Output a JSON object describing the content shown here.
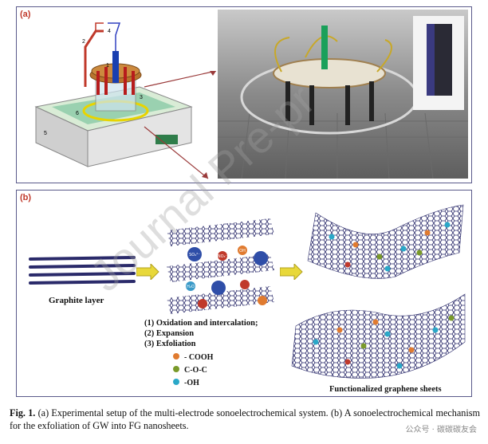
{
  "panel_a": {
    "label": "(a)",
    "schematic_numbers": [
      "1",
      "2",
      "3",
      "4",
      "5",
      "6"
    ]
  },
  "panel_b": {
    "label": "(b)",
    "graphite_label": "Graphite layer",
    "steps": [
      "(1)  Oxidation and intercalation;",
      "(2)  Expansion",
      "(3)   Exfoliation"
    ],
    "ions": [
      "SO₄²⁻",
      "NO₃⁻",
      "H₂O",
      "OH"
    ],
    "legend": [
      {
        "label": "- COOH",
        "color": "#e07b30"
      },
      {
        "label": "C-O-C",
        "color": "#7a9a2a"
      },
      {
        "label": "-OH",
        "color": "#2aa8c8"
      }
    ],
    "product_label": "Functionalized graphene sheets"
  },
  "caption": {
    "fig": "Fig. 1.",
    "text": "(a) Experimental setup of the multi-electrode sonoelectrochemical system. (b) A sonoelectrochemical mechanism for the exfoliation of GW into FG nanosheets."
  },
  "watermark": "Journal Pre-pr",
  "badge": "公众号 · 碳碳碳友会"
}
